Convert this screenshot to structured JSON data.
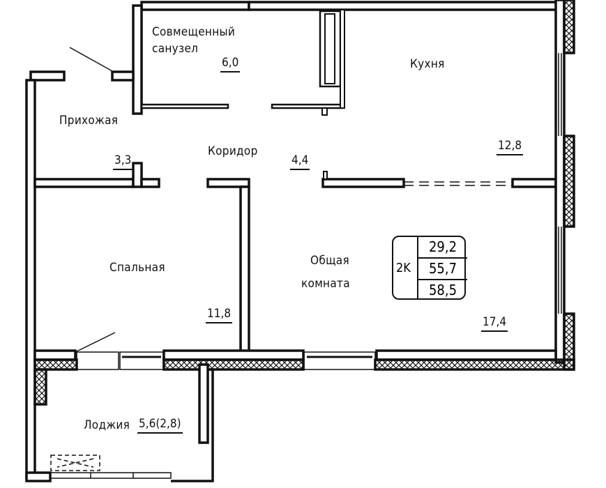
{
  "rooms": {
    "bathroom": {
      "name_line1": "Совмещенный",
      "name_line2": "санузел",
      "area": "6,0"
    },
    "kitchen": {
      "name": "Кухня",
      "area": "12,8"
    },
    "hallway": {
      "name": "Прихожая",
      "area": "3,3"
    },
    "corridor": {
      "name": "Коридор",
      "area": "4,4"
    },
    "bedroom": {
      "name": "Спальная",
      "area": "11,8"
    },
    "living": {
      "name_line1": "Общая",
      "name_line2": "комната",
      "area": "17,4"
    },
    "loggia": {
      "name": "Лоджия",
      "area": "5,6(2,8)"
    }
  },
  "summary": {
    "type": "2K",
    "living_area": "29,2",
    "total_area": "55,7",
    "total_with_loggia": "58,5"
  }
}
